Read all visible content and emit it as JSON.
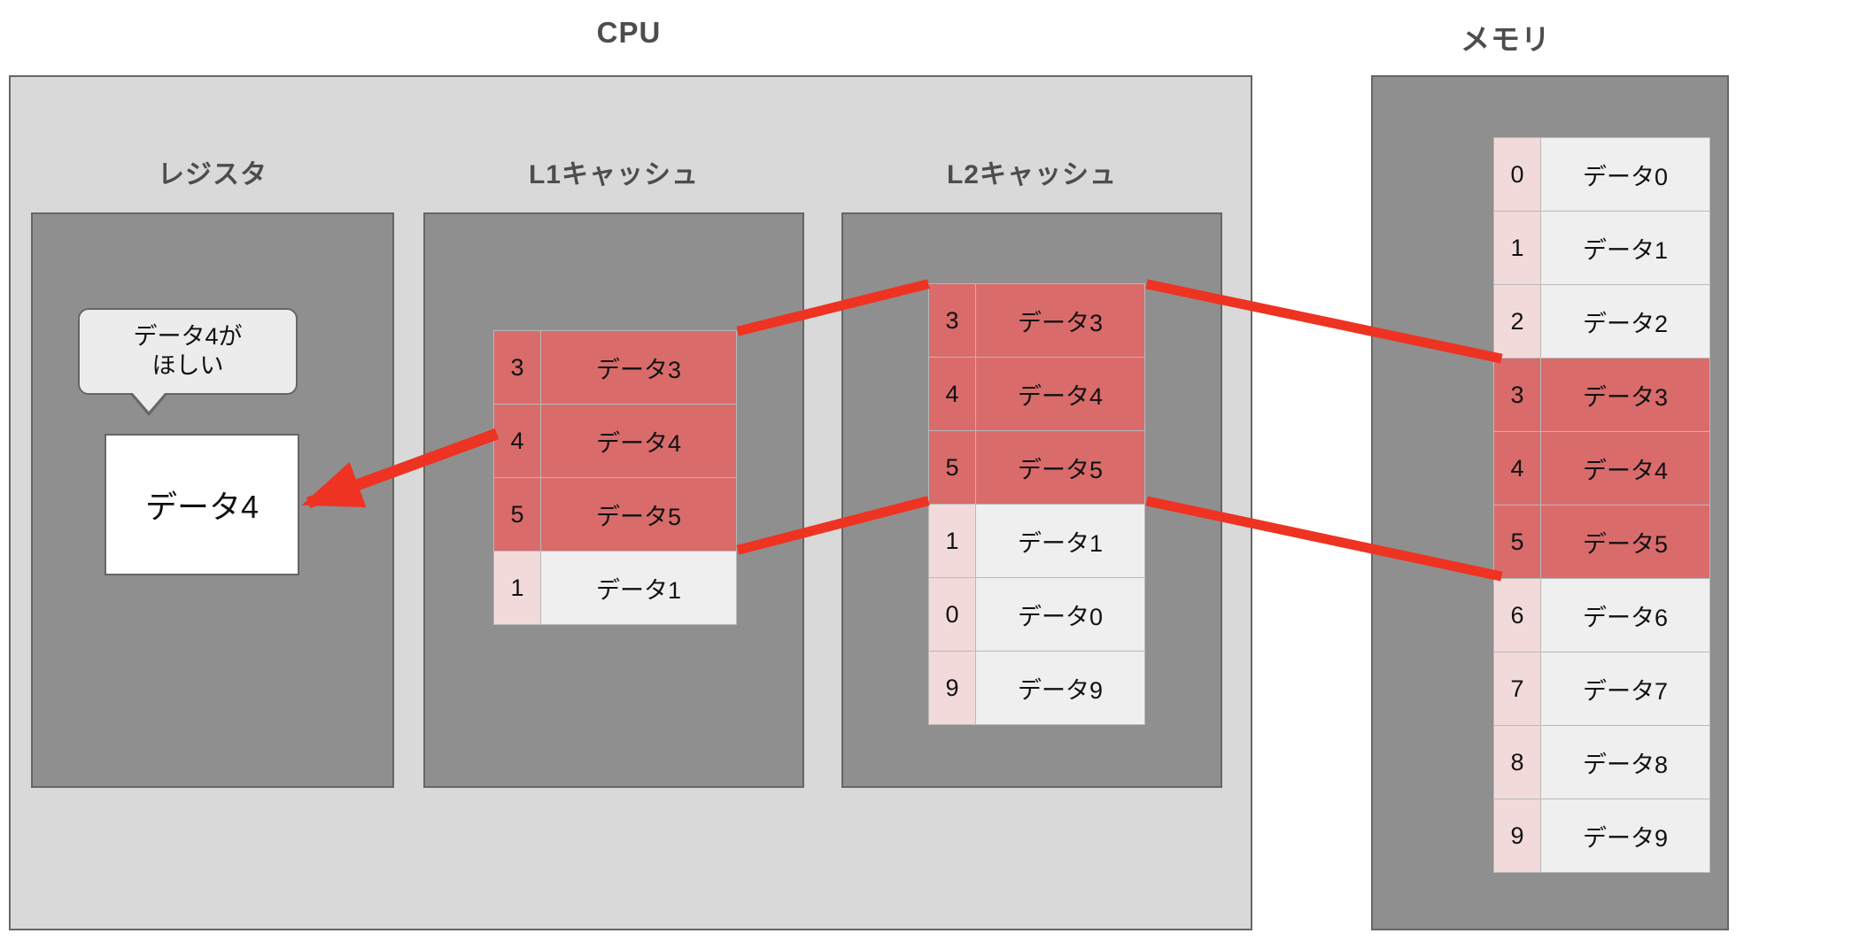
{
  "titles": {
    "cpu": "CPU",
    "memory": "メモリ"
  },
  "units": {
    "register": "レジスタ",
    "l1": "L1キャッシュ",
    "l2": "L2キャッシュ"
  },
  "register": {
    "bubble_line1": "データ4が",
    "bubble_line2": "ほしい",
    "value": "データ4"
  },
  "colors": {
    "hot_fill": "#d96b6b",
    "cool_index_fill": "#f2dada",
    "cool_value_fill": "#efefef",
    "arrow": "#ee3322",
    "panel": "#8f8f8f",
    "container": "#d9d9d9",
    "border": "#666666",
    "title_text": "#4d4d4d"
  },
  "l1_cache": {
    "rows": [
      {
        "index": "3",
        "value": "データ3",
        "state": "hot"
      },
      {
        "index": "4",
        "value": "データ4",
        "state": "hot"
      },
      {
        "index": "5",
        "value": "データ5",
        "state": "hot"
      },
      {
        "index": "1",
        "value": "データ1",
        "state": "cool"
      }
    ]
  },
  "l2_cache": {
    "rows": [
      {
        "index": "3",
        "value": "データ3",
        "state": "hot"
      },
      {
        "index": "4",
        "value": "データ4",
        "state": "hot"
      },
      {
        "index": "5",
        "value": "データ5",
        "state": "hot"
      },
      {
        "index": "1",
        "value": "データ1",
        "state": "cool"
      },
      {
        "index": "0",
        "value": "データ0",
        "state": "cool"
      },
      {
        "index": "9",
        "value": "データ9",
        "state": "cool"
      }
    ]
  },
  "memory": {
    "rows": [
      {
        "index": "0",
        "value": "データ0",
        "state": "cool"
      },
      {
        "index": "1",
        "value": "データ1",
        "state": "cool"
      },
      {
        "index": "2",
        "value": "データ2",
        "state": "cool"
      },
      {
        "index": "3",
        "value": "データ3",
        "state": "hot"
      },
      {
        "index": "4",
        "value": "データ4",
        "state": "hot"
      },
      {
        "index": "5",
        "value": "データ5",
        "state": "hot"
      },
      {
        "index": "6",
        "value": "データ6",
        "state": "cool"
      },
      {
        "index": "7",
        "value": "データ7",
        "state": "cool"
      },
      {
        "index": "8",
        "value": "データ8",
        "state": "cool"
      },
      {
        "index": "9",
        "value": "データ9",
        "state": "cool"
      }
    ]
  },
  "connectors": [
    {
      "name": "l1-to-register",
      "kind": "arrow",
      "from": "l1-row-4",
      "to": "register-value"
    },
    {
      "name": "l2-to-l1-top",
      "kind": "line",
      "from": "l2-row-3-top",
      "to": "l1-row-3-top"
    },
    {
      "name": "l2-to-l1-bottom",
      "kind": "line",
      "from": "l2-row-1-top",
      "to": "l1-row-1-top"
    },
    {
      "name": "memory-to-l2-top",
      "kind": "line",
      "from": "memory-row-3-top",
      "to": "l2-row-3-top"
    },
    {
      "name": "memory-to-l2-bottom",
      "kind": "line",
      "from": "memory-row-6-top",
      "to": "l2-row-1-top"
    }
  ]
}
